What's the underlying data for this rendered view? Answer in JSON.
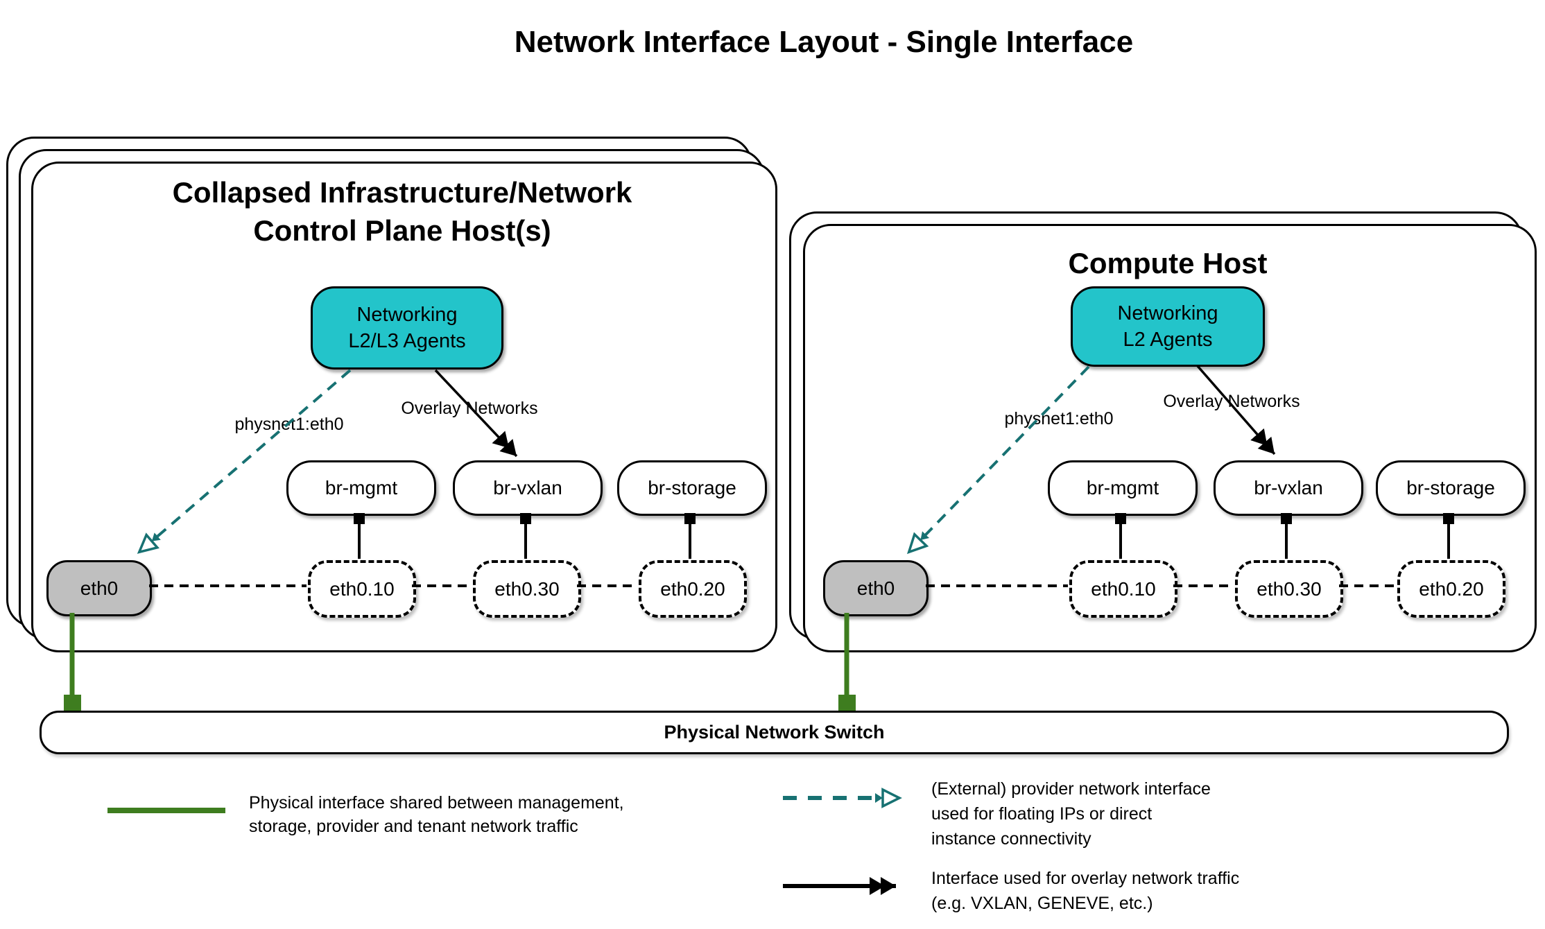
{
  "title": "Network Interface Layout - Single Interface",
  "hosts": [
    {
      "title_lines": [
        "Collapsed Infrastructure/Network",
        "Control Plane Host(s)"
      ],
      "agent_lines": [
        "Networking",
        "L2/L3 Agents"
      ],
      "provider_edge_label": "physnet1:eth0",
      "overlay_edge_label": "Overlay Networks",
      "bridges": [
        "br-mgmt",
        "br-vxlan",
        "br-storage"
      ],
      "nic": "eth0",
      "vlans": [
        "eth0.10",
        "eth0.30",
        "eth0.20"
      ]
    },
    {
      "title_lines": [
        "Compute Host"
      ],
      "agent_lines": [
        "Networking",
        "L2 Agents"
      ],
      "provider_edge_label": "physnet1:eth0",
      "overlay_edge_label": "Overlay Networks",
      "bridges": [
        "br-mgmt",
        "br-vxlan",
        "br-storage"
      ],
      "nic": "eth0",
      "vlans": [
        "eth0.10",
        "eth0.30",
        "eth0.20"
      ]
    }
  ],
  "switch": {
    "label": "Physical Network Switch"
  },
  "legend": [
    {
      "symbol": "green-solid-line",
      "lines": [
        "Physical interface shared between management,",
        "storage, provider and tenant network traffic"
      ]
    },
    {
      "symbol": "teal-dashed-double-arrow",
      "lines": [
        "(External) provider network interface",
        "used for floating IPs or direct",
        "instance connectivity"
      ]
    },
    {
      "symbol": "black-solid-double-arrow",
      "lines": [
        "Interface used for overlay network traffic",
        "(e.g. VXLAN, GENEVE, etc.)"
      ]
    }
  ],
  "colors": {
    "teal_fill": "#23C4CA",
    "teal_arrow": "#177172",
    "green": "#3E7D1F",
    "nic_gray": "#BFBFBF"
  }
}
